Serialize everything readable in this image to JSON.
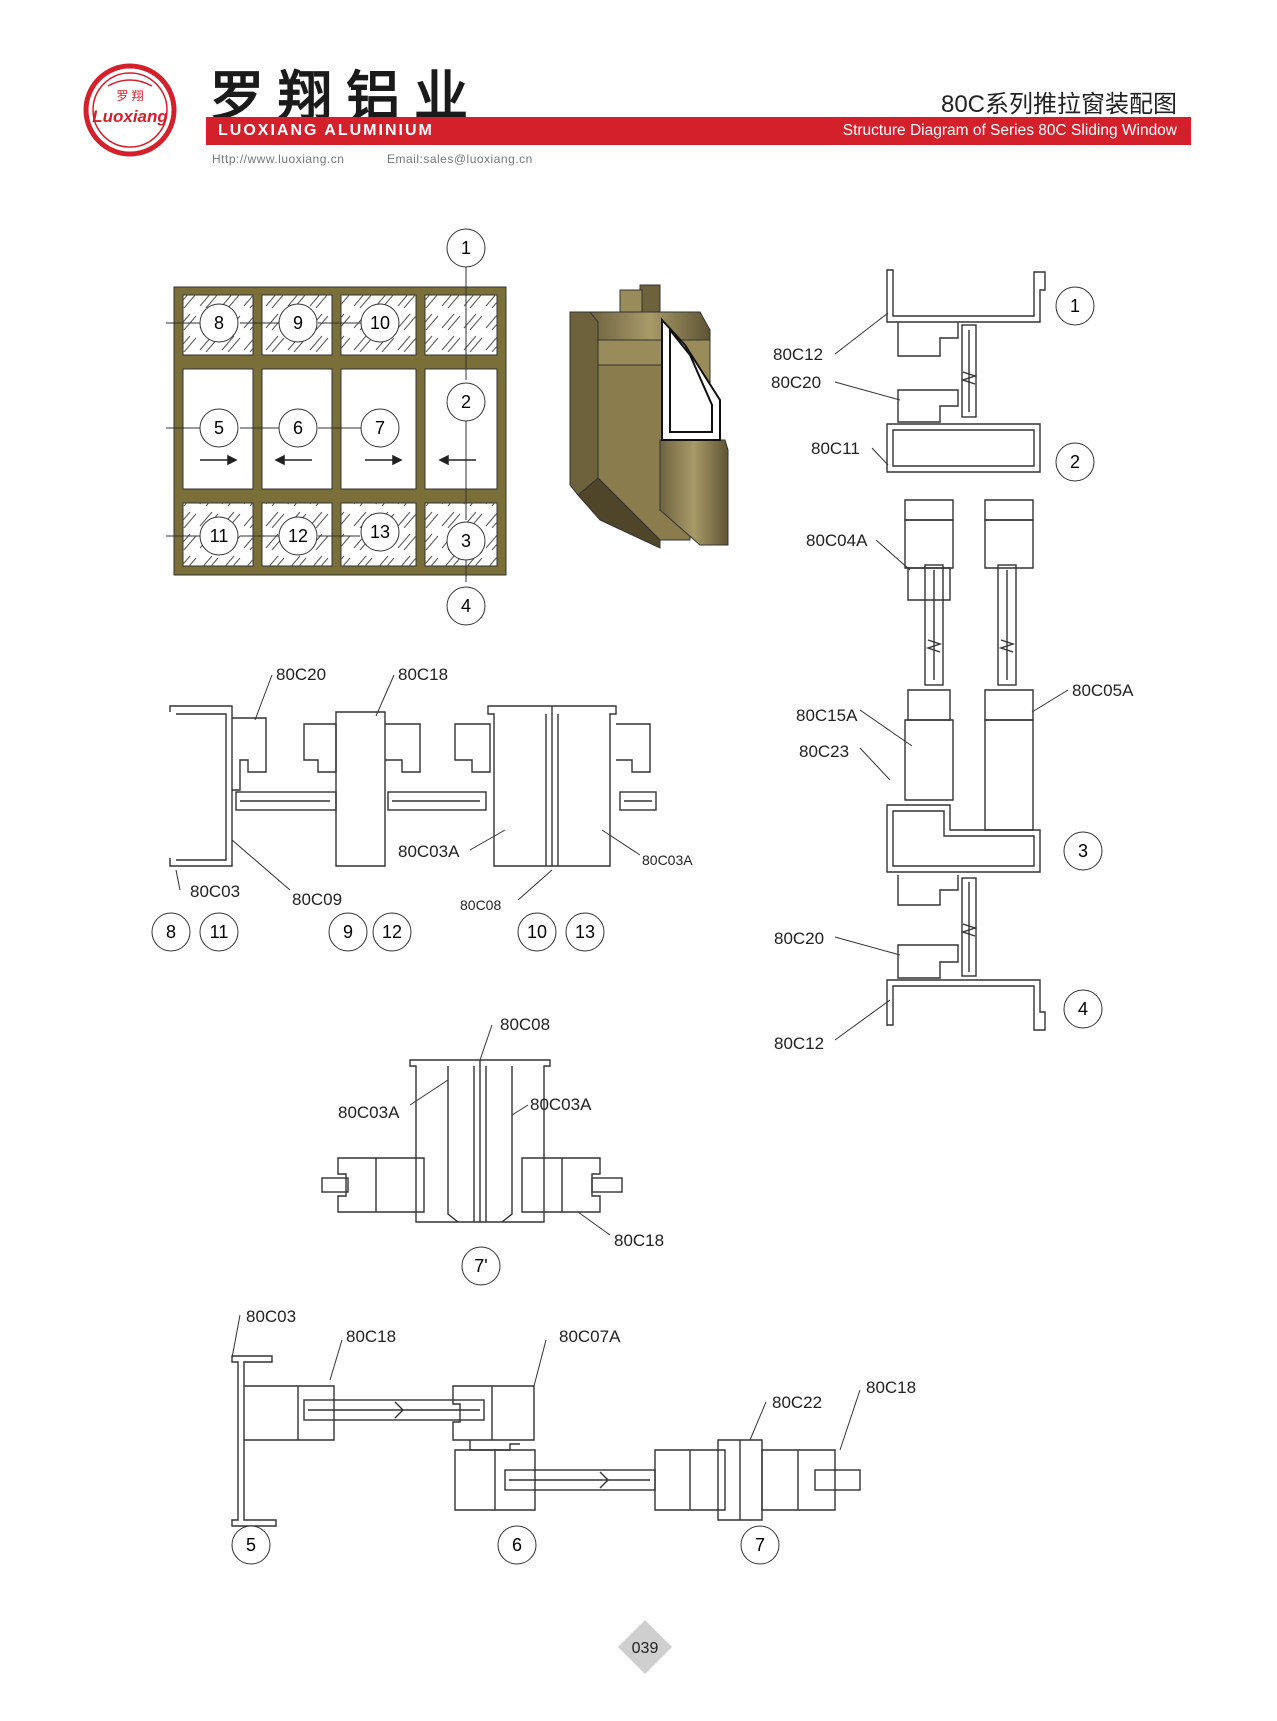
{
  "header": {
    "logo_chinese": "罗翔铝业",
    "seal_small_text": "罗翔",
    "seal_script": "Luoxiang",
    "brand_english": "LUOXIANG ALUMINIUM",
    "title_chinese": "80C系列推拉窗装配图",
    "subtitle_english": "Structure Diagram of Series 80C Sliding Window",
    "url": "Http://www.luoxiang.cn",
    "email": "Email:sales@luoxiang.cn"
  },
  "colors": {
    "brand_red": "#d4202b",
    "frame_bronze": "#7a6f38",
    "profile_gold": "#8f8152",
    "line": "#333333"
  },
  "elevation": {
    "callouts": [
      "1",
      "2",
      "3",
      "4",
      "5",
      "6",
      "7",
      "8",
      "9",
      "10",
      "11",
      "12",
      "13"
    ]
  },
  "vertical_section": {
    "callouts": [
      "1",
      "2",
      "3",
      "4"
    ],
    "labels": [
      "80C12",
      "80C20",
      "80C11",
      "80C04A",
      "80C15A",
      "80C23",
      "80C05A",
      "80C20",
      "80C12"
    ]
  },
  "fixed_sections": {
    "labels": [
      "80C20",
      "80C18",
      "80C03",
      "80C09",
      "80C03A",
      "80C08",
      "80C03A"
    ],
    "callouts": [
      "8",
      "11",
      "9",
      "12",
      "10",
      "13"
    ]
  },
  "mullion_section": {
    "labels": [
      "80C08",
      "80C03A",
      "80C03A",
      "80C18"
    ],
    "callout": "7'"
  },
  "sliding_sections": {
    "labels": [
      "80C03",
      "80C18",
      "80C07A",
      "80C22",
      "80C18"
    ],
    "callouts": [
      "5",
      "6",
      "7"
    ]
  },
  "page_number": "039"
}
